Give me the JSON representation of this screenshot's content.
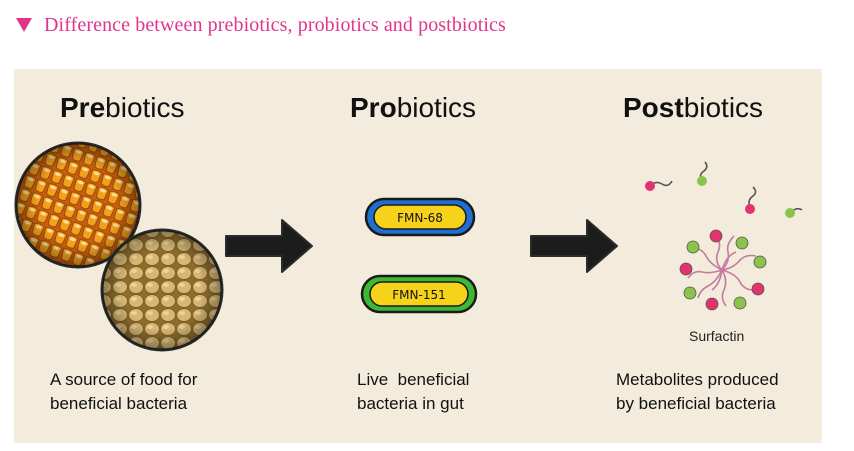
{
  "header": {
    "title": "Difference between prebiotics, probiotics and postbiotics",
    "accent_color": "#e0358a",
    "icon": "down-triangle-icon"
  },
  "columns": [
    {
      "id": "prebiotics",
      "title_bold": "Pre",
      "title_rest": "biotics",
      "caption_line1": "A source of food for",
      "caption_line2": "beneficial bacteria",
      "images": [
        "corn-kernels-image",
        "soybeans-image"
      ]
    },
    {
      "id": "probiotics",
      "title_bold": "Pro",
      "title_rest": "biotics",
      "caption_line1": "Live  beneficial",
      "caption_line2": "bacteria in gut",
      "bacteria": [
        {
          "label": "FMN-68",
          "outline_color": "#1e6fd0"
        },
        {
          "label": "FMN-151",
          "outline_color": "#3cb832"
        }
      ]
    },
    {
      "id": "postbiotics",
      "title_bold": "Post",
      "title_rest": "biotics",
      "caption_line1": "Metabolites produced",
      "caption_line2": "by beneficial bacteria",
      "molecule_label": "Surfactin"
    }
  ],
  "arrows": [
    "right-arrow-icon",
    "right-arrow-icon"
  ]
}
